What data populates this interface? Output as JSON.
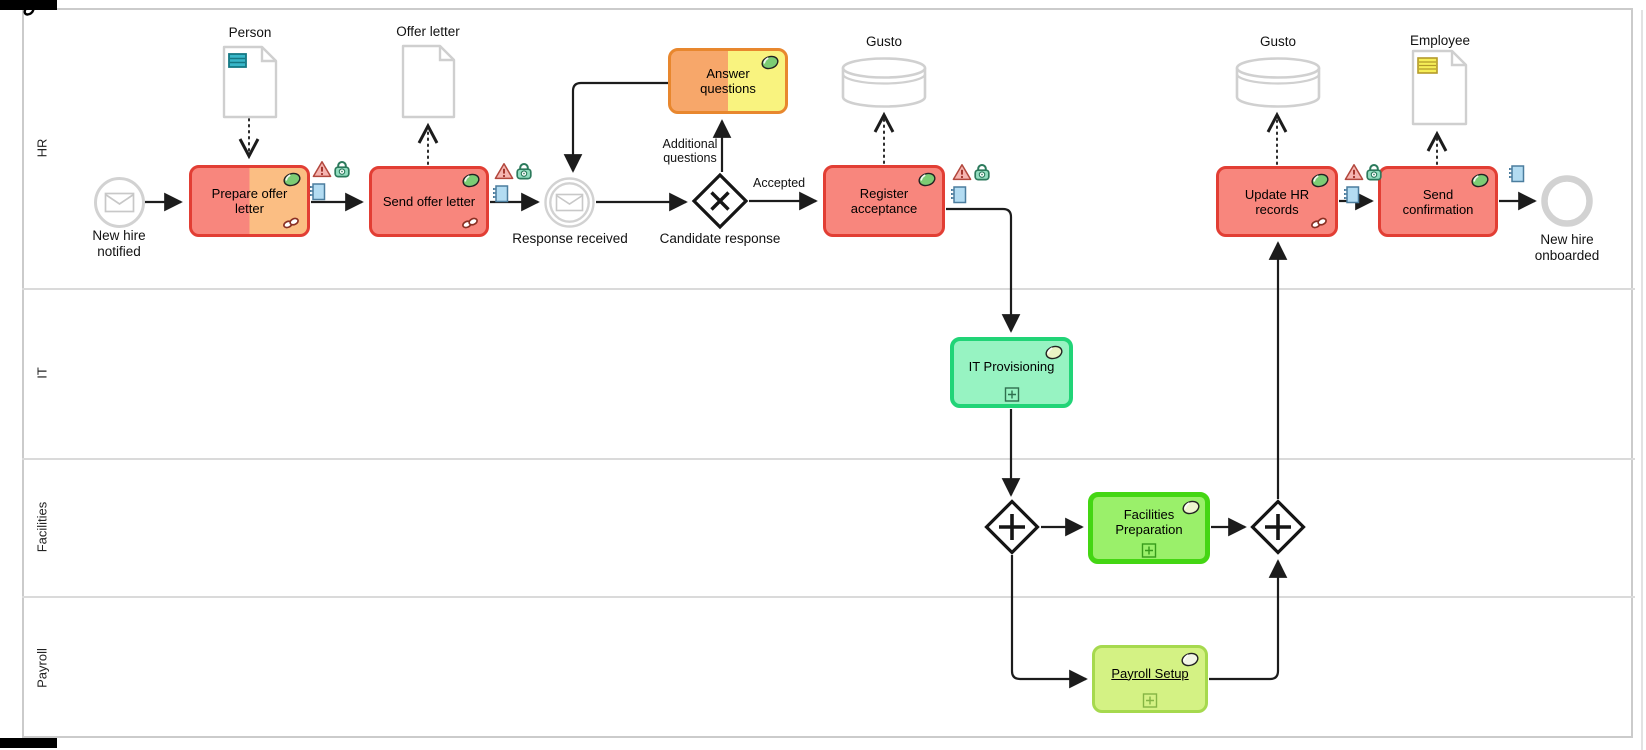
{
  "diagram_type": "BPMN process diagram — employee onboarding",
  "lanes": [
    {
      "label": "HR"
    },
    {
      "label": "IT"
    },
    {
      "label": "Facilities"
    },
    {
      "label": "Payroll"
    }
  ],
  "events": {
    "start": {
      "label": "New hire notified"
    },
    "response": {
      "label": "Response received"
    },
    "end": {
      "label": "New hire onboarded"
    }
  },
  "gateways": {
    "candidate": {
      "label": "Candidate response"
    }
  },
  "tasks": {
    "prepare": {
      "label": "Prepare offer letter"
    },
    "send_offer": {
      "label": "Send offer letter"
    },
    "answer": {
      "label": "Answer questions"
    },
    "register": {
      "label": "Register acceptance"
    },
    "update_hr": {
      "label": "Update HR records"
    },
    "send_confirmation": {
      "label": "Send confirmation"
    },
    "it_provisioning": {
      "label": "IT Provisioning"
    },
    "facilities": {
      "label": "Facilities Preparation"
    },
    "payroll": {
      "label": "Payroll Setup"
    }
  },
  "data_objects": {
    "person": {
      "label": "Person"
    },
    "offer_letter": {
      "label": "Offer letter"
    },
    "employee": {
      "label": "Employee"
    }
  },
  "data_stores": {
    "gusto1": {
      "label": "Gusto"
    },
    "gusto2": {
      "label": "Gusto"
    }
  },
  "flow_labels": {
    "accepted": "Accepted",
    "additional_questions": "Additional questions"
  },
  "icons": {
    "status_badge": "status-disc-icon",
    "linked": "chain-link-icon",
    "warning": "warning-triangle-icon",
    "security": "padlock-icon",
    "notes": "notes-icon",
    "subprocess": "plus-expand-icon"
  },
  "colors": {
    "task_red_fill": "#f8867d",
    "task_red_border": "#e23e34",
    "task_orange_fill": "#fbbe83",
    "answer_orange": "#f7a76a",
    "answer_yellow": "#f9f37f",
    "answer_border": "#e8872e",
    "it_fill": "#97f3c2",
    "it_border": "#21d477",
    "facilities_fill": "#9af06a",
    "facilities_border": "#44d613",
    "payroll_fill": "#d4f284",
    "payroll_border": "#a6d94e",
    "event_stroke": "#d2d2d2",
    "flow_stroke": "#1c1c1c",
    "lane_border": "#cbcbcb"
  }
}
